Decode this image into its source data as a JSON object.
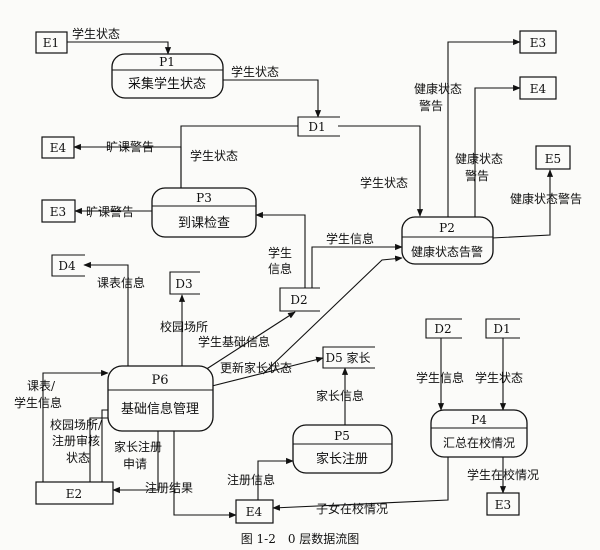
{
  "diagram": {
    "caption": "图 1-2　0 层数据流图",
    "processes": {
      "p1": {
        "id": "P1",
        "name": "采集学生状态"
      },
      "p2": {
        "id": "P2",
        "name": "健康状态告警"
      },
      "p3": {
        "id": "P3",
        "name": "到课检查"
      },
      "p4": {
        "id": "P4",
        "name": "汇总在校情况"
      },
      "p5": {
        "id": "P5",
        "name": "家长注册"
      },
      "p6": {
        "id": "P6",
        "name": "基础信息管理"
      }
    },
    "entities": {
      "e1": "E1",
      "e3_top": "E3",
      "e4_top": "E4",
      "e5": "E5",
      "e4_left": "E4",
      "e3_left": "E3",
      "e2": "E2",
      "e4_bottom": "E4",
      "e3_bottom": "E3"
    },
    "stores": {
      "d1": "D1",
      "d2": "D2",
      "d3": "D3",
      "d4": "D4",
      "d5": "D5 家长",
      "d2_right": "D2",
      "d1_right": "D1"
    },
    "flows": {
      "e1_p1": "学生状态",
      "p1_d1": "学生状态",
      "d1_p3": "学生状态",
      "d1_p2": "学生状态",
      "p2_e3_a": "健康状态",
      "p2_e3_b": "警告",
      "p2_e4_a": "健康状态",
      "p2_e4_b": "警告",
      "p2_e5": "健康状态警告",
      "p3_e4": "旷课警告",
      "p3_e3": "旷课警告",
      "d2_p3_a": "学生",
      "d2_p3_b": "信息",
      "d2_p2": "学生信息",
      "p6_d4": "课表信息",
      "p6_d3": "校园场所",
      "p6_d2": "学生基础信息",
      "p6_d5": "更新家长状态",
      "p5_d5": "家长信息",
      "e2_p6_a": "课表/",
      "e2_p6_b": "学生信息",
      "e2_p6c_a": "校园场所/",
      "e2_p6c_b": "注册审核",
      "e2_p6c_c": "状态",
      "e2_p6d_a": "家长注册",
      "e2_p6d_b": "申请",
      "p6_e2": "注册结果",
      "e4_p5": "注册信息",
      "p4_e4": "子女在校情况",
      "d2r_p4": "学生信息",
      "d1r_p4": "学生状态",
      "p4_e3": "学生在校情况"
    }
  }
}
